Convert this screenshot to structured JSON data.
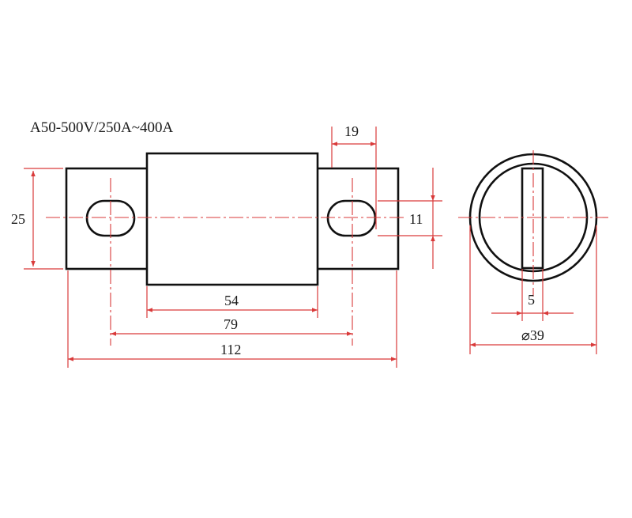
{
  "title": "A50-500V/250A~400A",
  "dimensions": {
    "height_tag": "25",
    "slot_width": "19",
    "slot_height": "11",
    "body_length": "54",
    "hole_spacing": "79",
    "total_length": "112",
    "blade_thickness": "5",
    "diameter": "⌀39"
  },
  "colors": {
    "outline": "#111111",
    "dimension_lines": "#d93a3a"
  }
}
